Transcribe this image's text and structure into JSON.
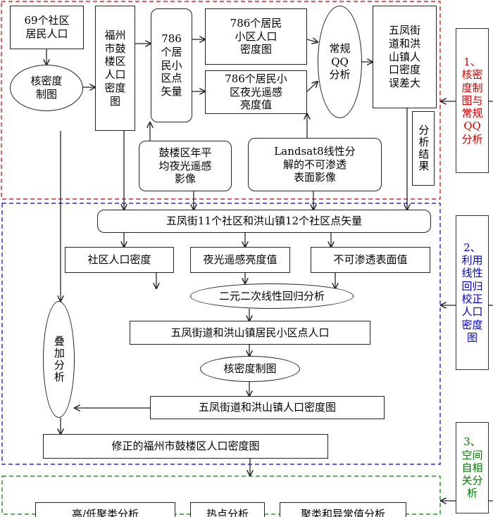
{
  "sections": {
    "s1": {
      "label": "1、\n核密\n度制\n图与\n常规\nQQ\n分析",
      "color": "#cc0000"
    },
    "s2": {
      "label": "2、\n利用\n线性\n回归\n校正\n人口\n密度\n图",
      "color": "#0000cc"
    },
    "s3": {
      "label": "3、\n空间\n自相\n关分\n析",
      "color": "#007a00"
    }
  },
  "nodes": {
    "n69": "69个社区\n居民人口",
    "kde1": "核密度\n制图",
    "fuzhou": "福州\n市鼓\n楼区\n人口\n密度\n图",
    "pts786": "786\n个居\n民小\n区点\n矢量",
    "dens786": "786个居民\n小区人口\n密度图",
    "light786": "786个居民小\n区夜光遥感\n亮度值",
    "qq": "常规\nQQ\n分析",
    "error": "五凤街\n道和洪\n山镇人\n口密度\n误差大",
    "result": "分析结果",
    "nightimg": "鼓楼区年平\n均夜光遥感\n影像",
    "landsat": "Landsat8线性分\n解的不可渗透\n表面影像",
    "pts23": "五凤街11个社区和洪山镇12个社区点矢量",
    "popden": "社区人口密度",
    "lightval": "夜光遥感亮度值",
    "imperv": "不可渗透表面值",
    "regress": "二元二次线性回归分析",
    "subpop": "五凤街道和洪山镇居民小区点人口",
    "kde2": "核密度制图",
    "wfden": "五凤街道和洪山镇人口密度图",
    "overlay": "叠加分析",
    "corrected": "修正的福州市鼓楼区人口密度图",
    "highlow": "高/低聚类分析",
    "hotspot": "热点分析",
    "clusters": "聚类和异常值分析"
  }
}
